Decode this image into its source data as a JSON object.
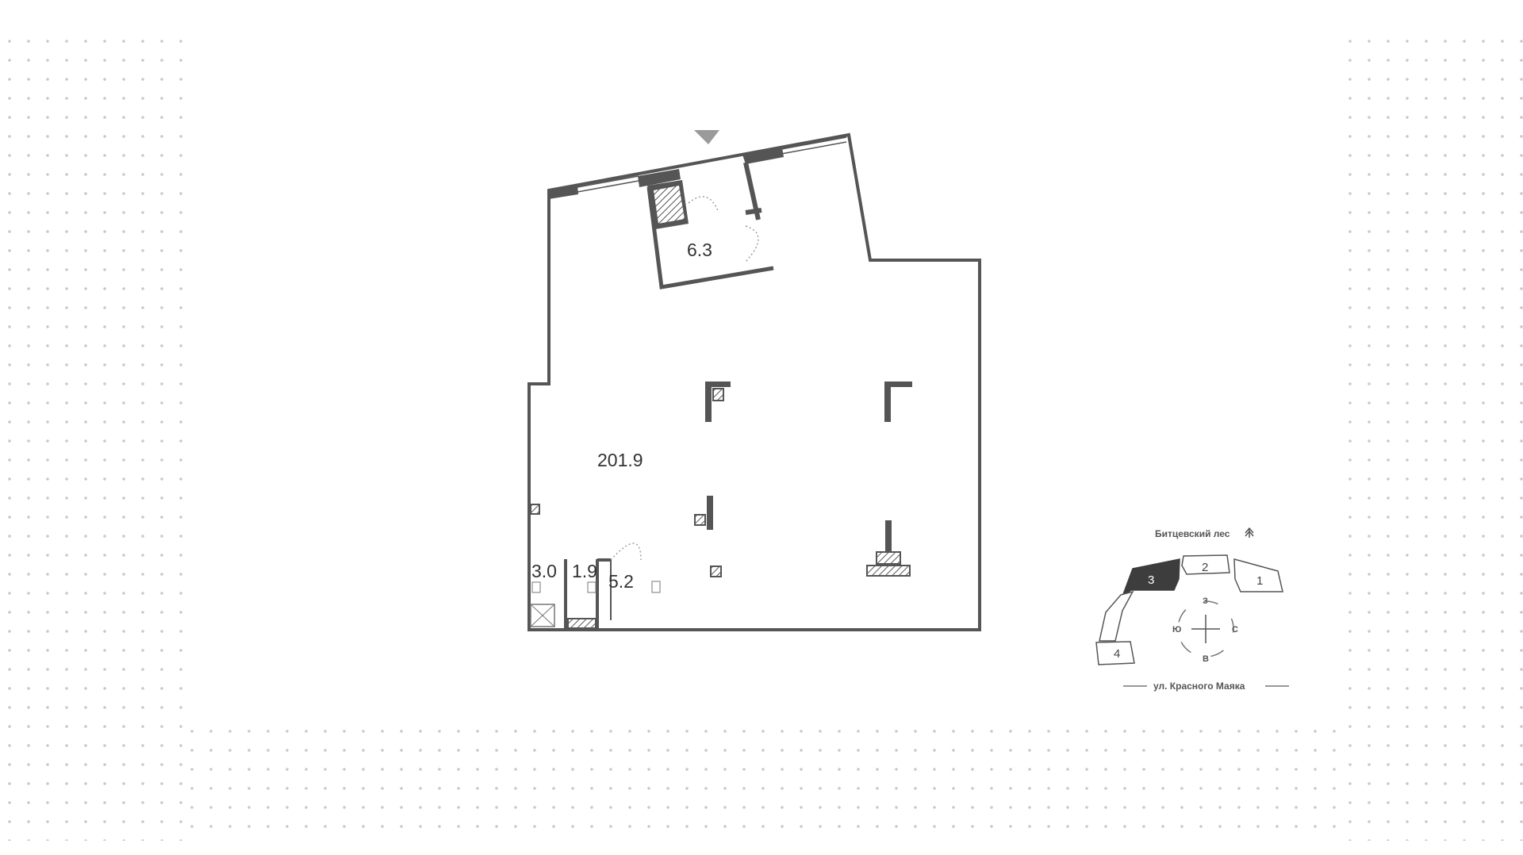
{
  "plan": {
    "rooms": [
      {
        "id": "main-hall",
        "area": "201.9"
      },
      {
        "id": "vestibule",
        "area": "6.3"
      },
      {
        "id": "wc-1",
        "area": "3.0"
      },
      {
        "id": "wc-2",
        "area": "1.9"
      },
      {
        "id": "utility",
        "area": "5.2"
      }
    ],
    "wall_color": "#555555",
    "hatch_color": "#555555",
    "entrance_marker_color": "#9a9a9a"
  },
  "site_map": {
    "top_label": "Битцевский лес",
    "street_label": "ул. Красного Маяка",
    "buildings": [
      {
        "num": "1",
        "selected": false
      },
      {
        "num": "2",
        "selected": false
      },
      {
        "num": "3",
        "selected": true
      },
      {
        "num": "4",
        "selected": false
      }
    ],
    "compass": {
      "north": "З",
      "south": "В",
      "west": "Ю",
      "east": "С"
    },
    "selected_color": "#3d3d3d"
  },
  "background": {
    "dot_color": "#c9c9c9"
  }
}
